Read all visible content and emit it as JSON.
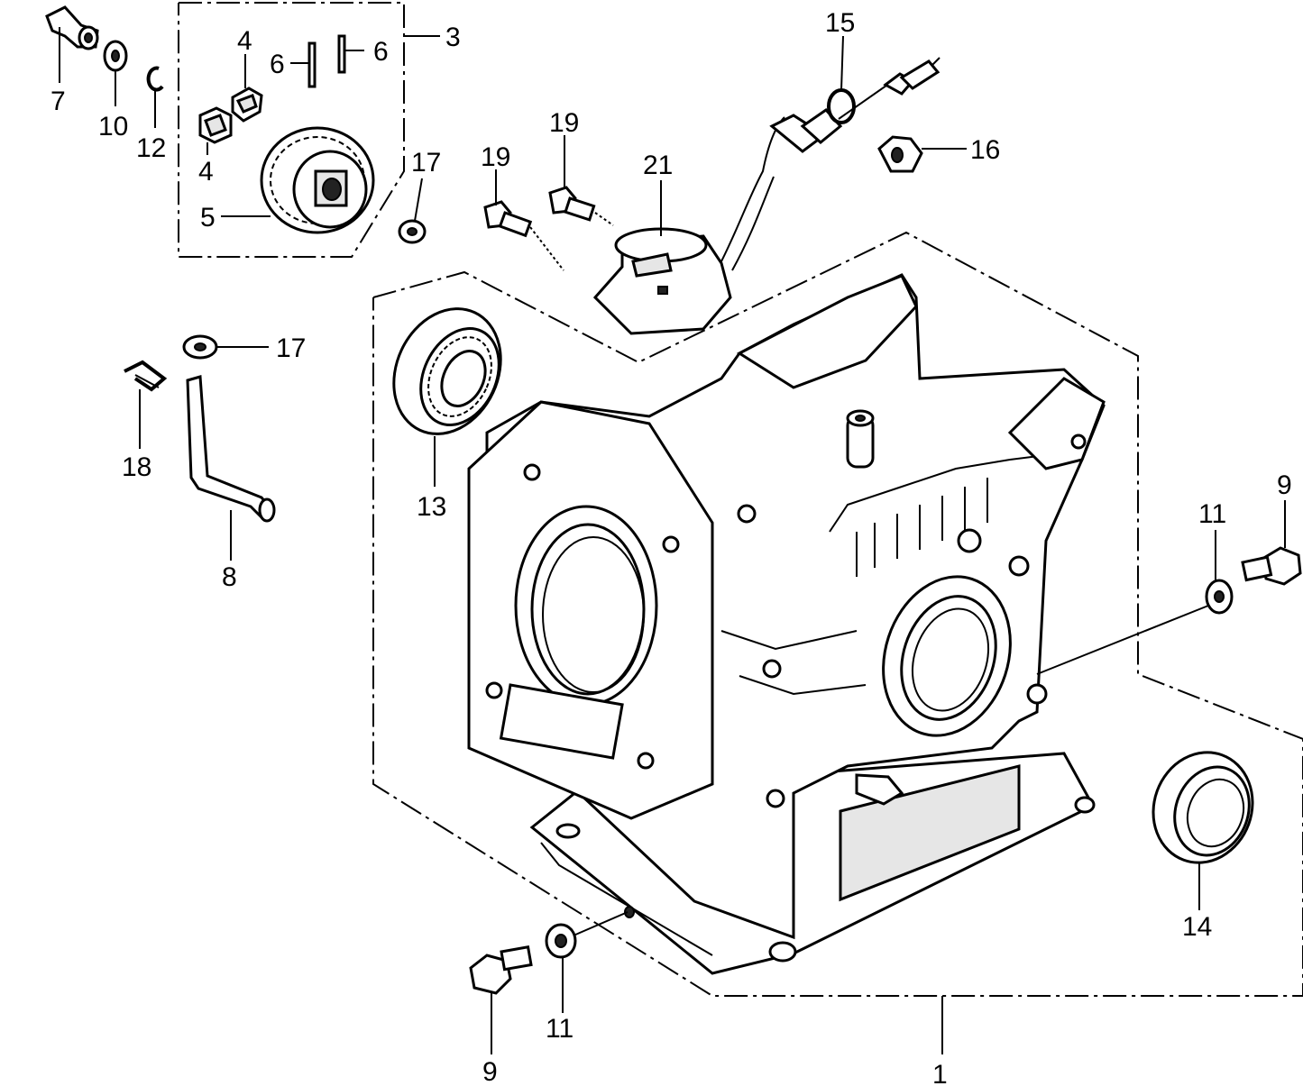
{
  "callouts": {
    "c1": "1",
    "c3": "3",
    "c4a": "4",
    "c4b": "4",
    "c5": "5",
    "c6a": "6",
    "c6b": "6",
    "c7": "7",
    "c8": "8",
    "c9a": "9",
    "c9b": "9",
    "c10": "10",
    "c11a": "11",
    "c11b": "11",
    "c12": "12",
    "c13": "13",
    "c14": "14",
    "c15": "15",
    "c16": "16",
    "c17a": "17",
    "c17b": "17",
    "c18": "18",
    "c19a": "19",
    "c19b": "19",
    "c21": "21"
  }
}
